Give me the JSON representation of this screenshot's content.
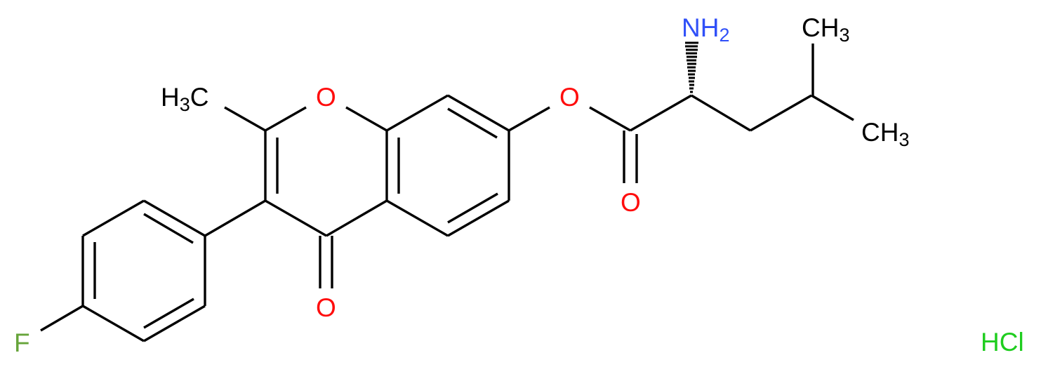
{
  "diagram": {
    "type": "chemical-structure",
    "compound": "7-O-(L-leucyl) 3-(4-fluorophenyl)-2-methylchromone ester hydrochloride",
    "colors": {
      "bond": "#000000",
      "carbon": "#000000",
      "oxygen": "#ff0d0d",
      "nitrogen": "#3050f8",
      "fluorine": "#66a43a",
      "chlorine": "#1fcd1f"
    },
    "labels": {
      "methyl_left": {
        "main": "H",
        "sub": "3",
        "tail": "C"
      },
      "ring_oxygen": "O",
      "ester_oxygen": "O",
      "carbonyl_oxygen_ester": "O",
      "carbonyl_oxygen_ketone": "O",
      "amine": {
        "main": "NH",
        "sub": "2"
      },
      "methyl_top": {
        "main": "CH",
        "sub": "3"
      },
      "methyl_right": {
        "main": "CH",
        "sub": "3"
      },
      "fluorine": "F",
      "salt": "HCl"
    }
  }
}
